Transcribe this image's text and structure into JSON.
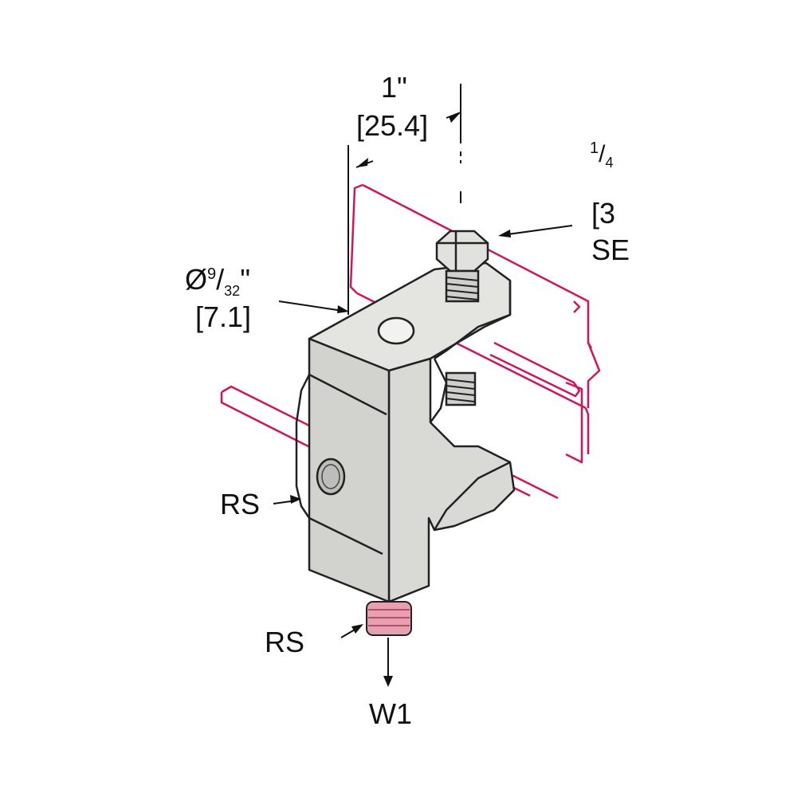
{
  "dimensions": {
    "width_in": "1\"",
    "width_mm": "[25.4]",
    "hole_dia_num": "Ø",
    "hole_sup": "9",
    "hole_slash": "/",
    "hole_sub": "32",
    "hole_in_suffix": "\"",
    "hole_mm": "[7.1]",
    "screw_frac_top": "1",
    "screw_frac_slash": "/",
    "screw_frac_bot": "4",
    "screw_mm_partial": "[3",
    "screw_note_partial": "SE"
  },
  "labels": {
    "rs_side": "RS",
    "rs_bottom": "RS",
    "load": "W1"
  },
  "colors": {
    "beam_outline": "#d4145a",
    "clamp_fill": "#d9d9d6",
    "clamp_edge": "#222222",
    "rod_pink": "#e8a0b0"
  }
}
